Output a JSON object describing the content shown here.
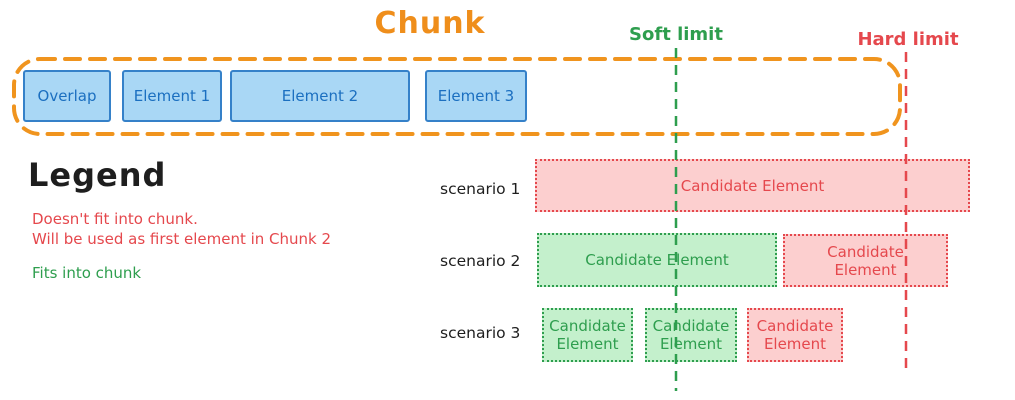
{
  "title": "Chunk",
  "limits": {
    "soft": {
      "label": "Soft limit",
      "color": "#2e9e4e"
    },
    "hard": {
      "label": "Hard limit",
      "color": "#e5484d"
    }
  },
  "chunk": {
    "border_color": "#f0941e",
    "elements": [
      {
        "label": "Overlap"
      },
      {
        "label": "Element 1"
      },
      {
        "label": "Element 2"
      },
      {
        "label": "Element 3"
      }
    ],
    "element_colors": {
      "fill": "#a9d7f5",
      "stroke": "#3581c9",
      "text": "#1b6fc0"
    }
  },
  "legend": {
    "heading": "Legend",
    "not_fit_line1": "Doesn't fit into chunk.",
    "not_fit_line2": "Will be used as first element in Chunk 2",
    "fit": "Fits into chunk"
  },
  "scenarios": [
    {
      "label": "scenario 1",
      "boxes": [
        {
          "text": "Candidate Element",
          "status": "not-fit"
        }
      ]
    },
    {
      "label": "scenario 2",
      "boxes": [
        {
          "text": "Candidate Element",
          "status": "fit"
        },
        {
          "text": "Candidate Element",
          "status": "not-fit"
        }
      ]
    },
    {
      "label": "scenario 3",
      "boxes": [
        {
          "text": "Candidate Element",
          "status": "fit"
        },
        {
          "text": "Candidate Element",
          "status": "fit"
        },
        {
          "text": "Candidate Element",
          "status": "not-fit"
        }
      ]
    }
  ],
  "colors": {
    "fit_fill": "#c4f0cc",
    "fit_stroke": "#2e9e4e",
    "not_fit_fill": "#fccfcf",
    "not_fit_stroke": "#e5484d",
    "text": "#1e1e1e"
  }
}
